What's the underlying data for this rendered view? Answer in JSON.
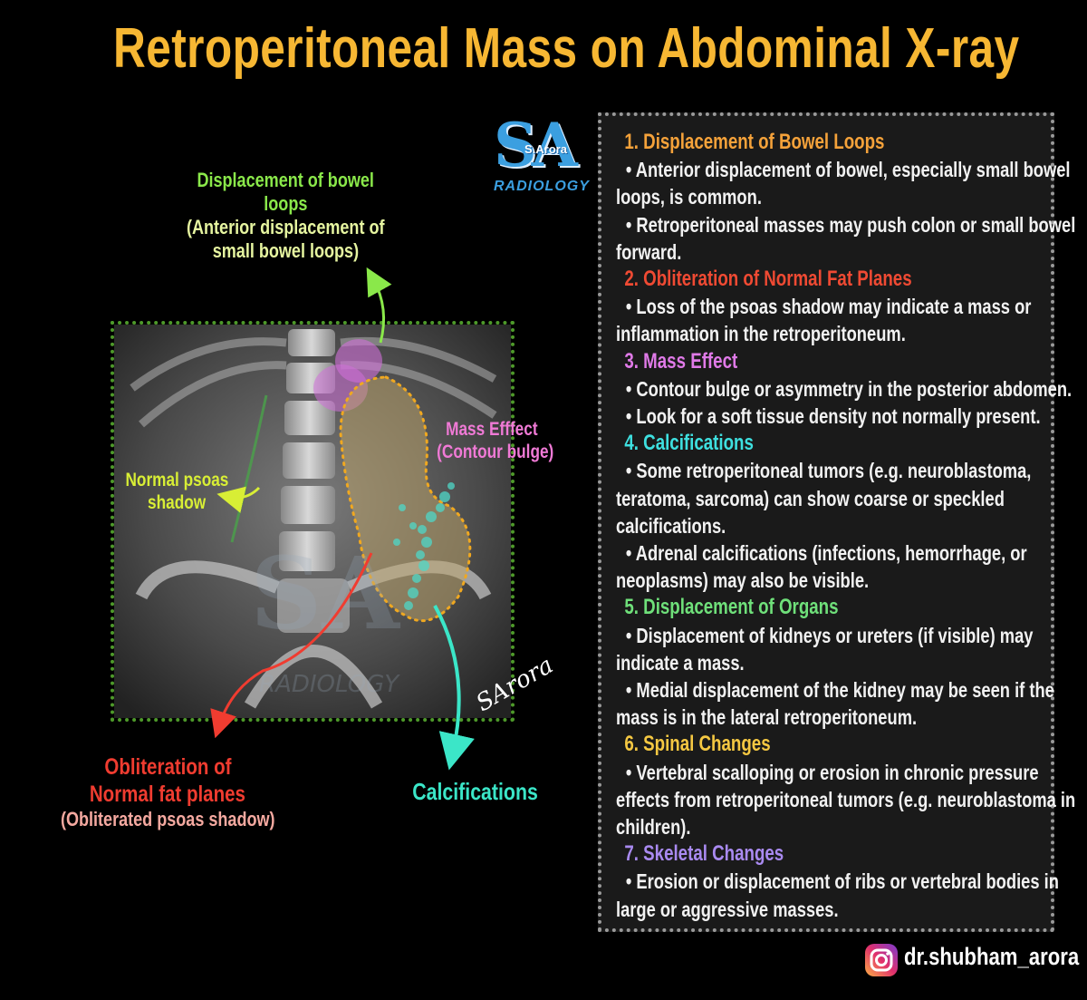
{
  "title": "Retroperitoneal Mass on Abdominal X-ray",
  "logo": {
    "monogram": "SA",
    "small_text": "S.Arora",
    "subtitle": "RADIOLOGY"
  },
  "labels": {
    "bowel_line1": "Displacement of bowel",
    "bowel_line2": "loops",
    "bowel_line3": "(Anterior displacement of",
    "bowel_line4": "small bowel loops)",
    "psoas_line1": "Normal psoas",
    "psoas_line2": "shadow",
    "mass_line1": "Mass Efffect",
    "mass_line2": "(Contour bulge)",
    "oblit_line1": "Obliteration of",
    "oblit_line2": "Normal fat planes",
    "oblit_line3": "(Obliterated psoas shadow)",
    "calc": "Calcifications"
  },
  "colors": {
    "title": "#f7b733",
    "frame": "#4e9a2a",
    "bowel": "#8ae84a",
    "psoas": "#d8ee35",
    "mass": "#f07ad6",
    "oblit": "#f03c30",
    "calc": "#3be6c8"
  },
  "sections": [
    {
      "heading": "1. Displacement of Bowel Loops",
      "color": "#f5a23a",
      "lines": [
        "• Anterior displacement of bowel, especially small bowel",
        "loops, is common.",
        "• Retroperitoneal masses may push colon or small bowel",
        "forward."
      ]
    },
    {
      "heading": "2. Obliteration of Normal Fat Planes",
      "color": "#f04a33",
      "lines": [
        "• Loss of the psoas shadow may indicate a mass or",
        "inflammation in the retroperitoneum."
      ]
    },
    {
      "heading": "3. Mass Effect",
      "color": "#e07ae8",
      "lines": [
        "• Contour bulge or asymmetry in the posterior abdomen.",
        "• Look for a soft tissue density not normally present."
      ]
    },
    {
      "heading": "4. Calcifications",
      "color": "#3ee0e0",
      "lines": [
        "• Some retroperitoneal tumors (e.g. neuroblastoma,",
        "teratoma, sarcoma) can show coarse or speckled",
        "calcifications.",
        "• Adrenal calcifications (infections, hemorrhage, or",
        "neoplasms) may also be visible."
      ]
    },
    {
      "heading": "5. Displacement of Organs",
      "color": "#6fe07a",
      "lines": [
        "• Displacement of kidneys or ureters (if visible) may",
        "indicate a mass.",
        "• Medial displacement of the kidney may be seen if the",
        "mass is in the lateral retroperitoneum."
      ]
    },
    {
      "heading": "6. Spinal Changes",
      "color": "#f5c842",
      "lines": [
        "• Vertebral scalloping or erosion in chronic pressure",
        "effects from retroperitoneal tumors (e.g.  neuroblastoma in",
        "children)."
      ]
    },
    {
      "heading": "7. Skeletal Changes",
      "color": "#a98af0",
      "lines": [
        "• Erosion or displacement of ribs or vertebral bodies in",
        "large or aggressive masses."
      ]
    }
  ],
  "signature": "SArora",
  "footer": {
    "handle": "dr.shubham_arora",
    "icon": "instagram-icon"
  }
}
